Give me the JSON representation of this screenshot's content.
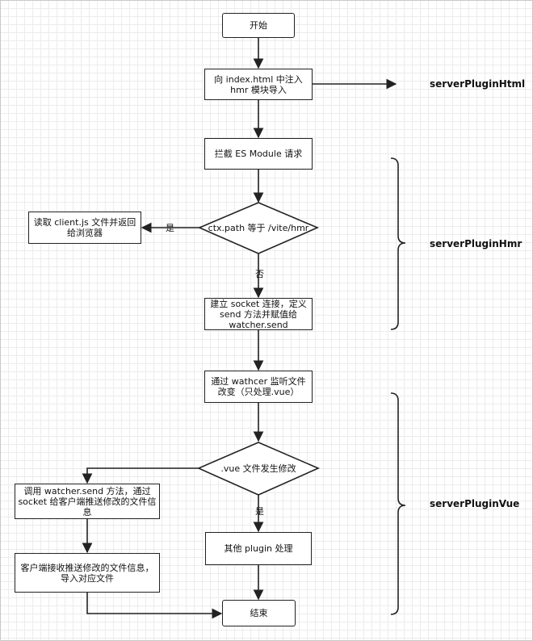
{
  "nodes": {
    "start": "开始",
    "inject": "向 index.html 中注入 hmr 模块导入",
    "intercept": "拦截 ES Module 请求",
    "check_path": "ctx.path 等于 /vite/hmr",
    "read_client": "读取 client.js 文件并返回给浏览器",
    "socket": "建立 socket 连接，定义 send 方法并赋值给 watcher.send",
    "watch": "通过 wathcer 监听文件改变（只处理.vue）",
    "check_vue": ".vue 文件发生修改",
    "call_send": "调用 watcher.send 方法，通过 socket 给客户端推送修改的文件信息",
    "client_receive": "客户端接收推送修改的文件信息，导入对应文件",
    "other_plugin": "其他 plugin 处理",
    "end": "结束"
  },
  "edge_labels": {
    "yes_1": "是",
    "no_1": "否",
    "yes_2": "是"
  },
  "plugins": {
    "html": "serverPluginHtml",
    "hmr": "serverPluginHmr",
    "vue": "serverPluginVue"
  }
}
